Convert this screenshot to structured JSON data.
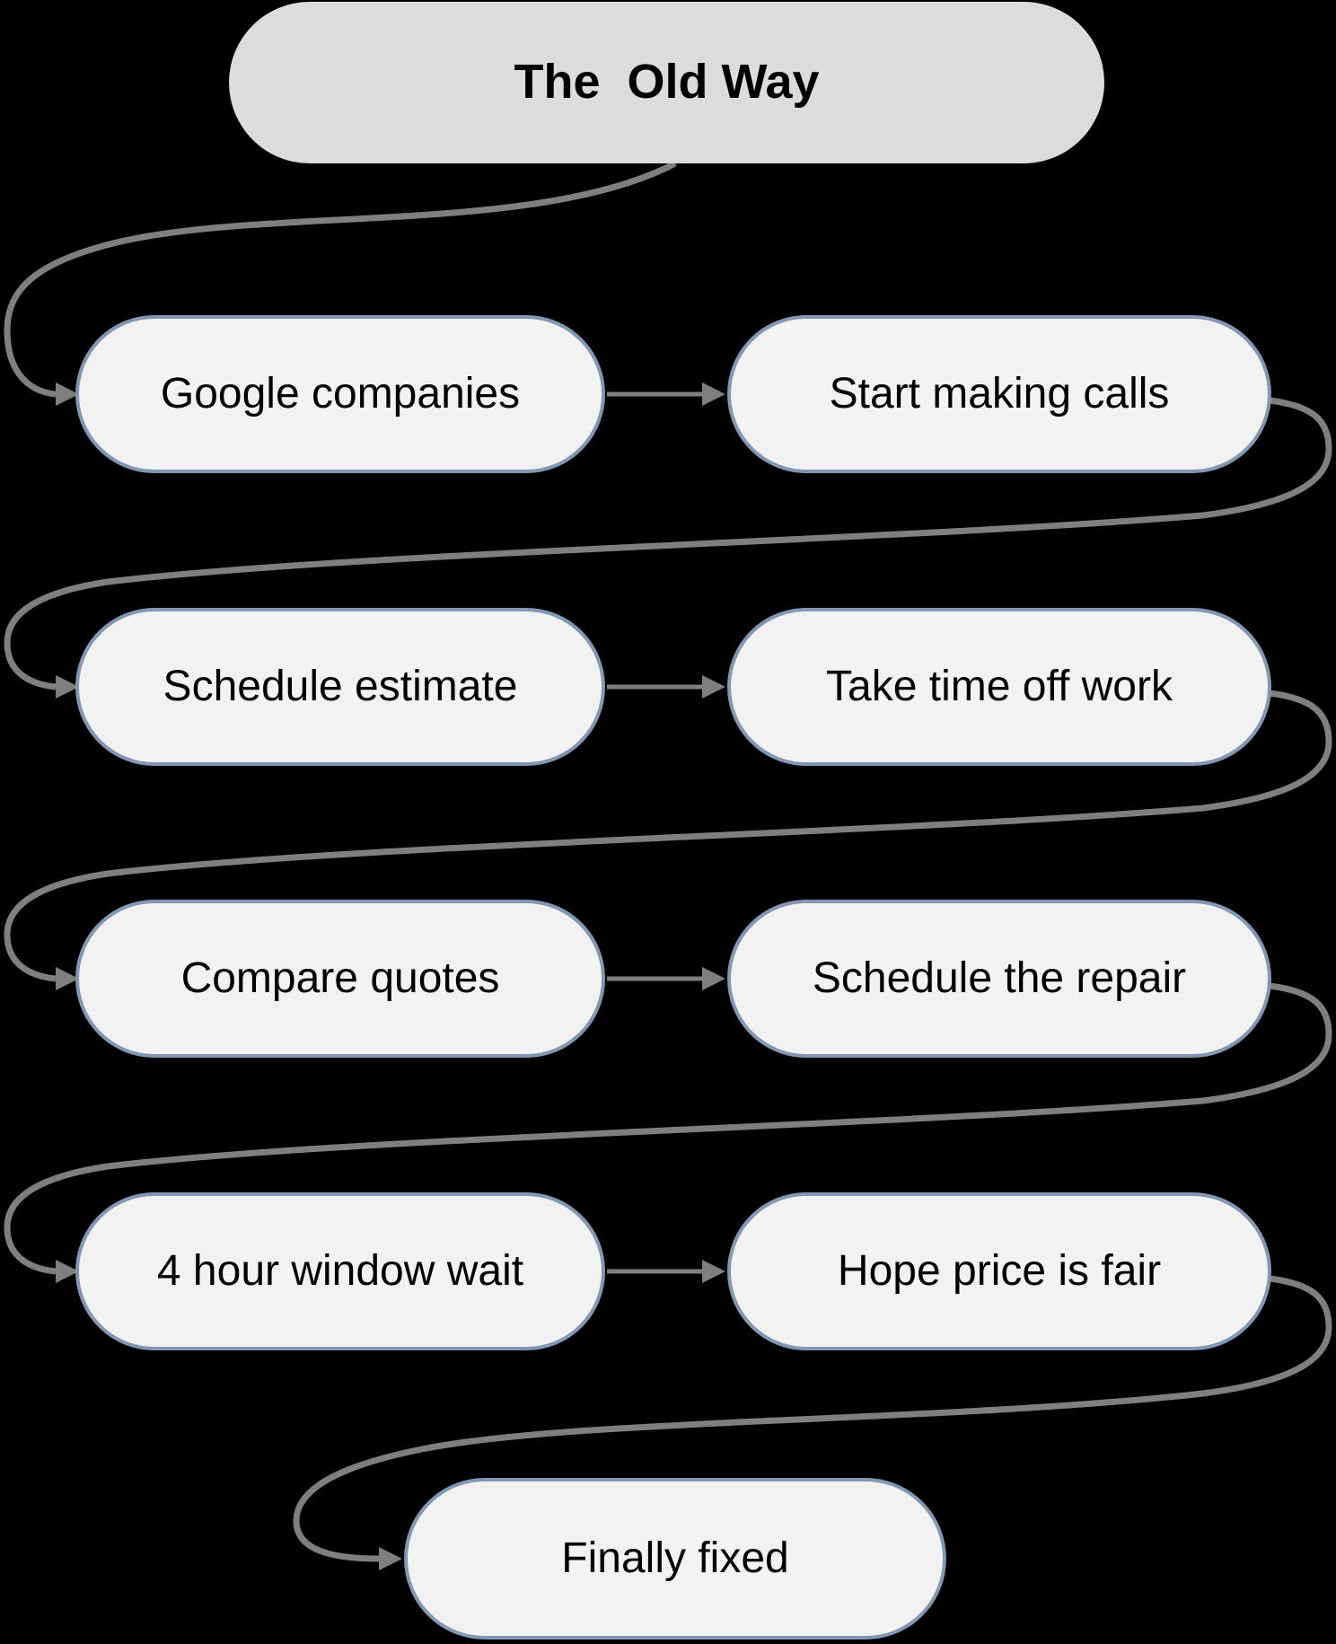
{
  "title": {
    "label": "The  Old Way"
  },
  "flow": {
    "rows": [
      {
        "left": "Google companies",
        "right": "Start making calls"
      },
      {
        "left": "Schedule estimate",
        "right": "Take time off work"
      },
      {
        "left": "Compare quotes",
        "right": "Schedule the repair"
      },
      {
        "left": "4 hour window wait",
        "right": "Hope price is fair"
      }
    ],
    "final": "Finally fixed"
  },
  "colors": {
    "background": "#000000",
    "title_fill": "#dcdcdc",
    "box_fill": "#f2f2f2",
    "box_border": "#8497b1",
    "connector": "#7f7f7f",
    "text": "#000000"
  }
}
